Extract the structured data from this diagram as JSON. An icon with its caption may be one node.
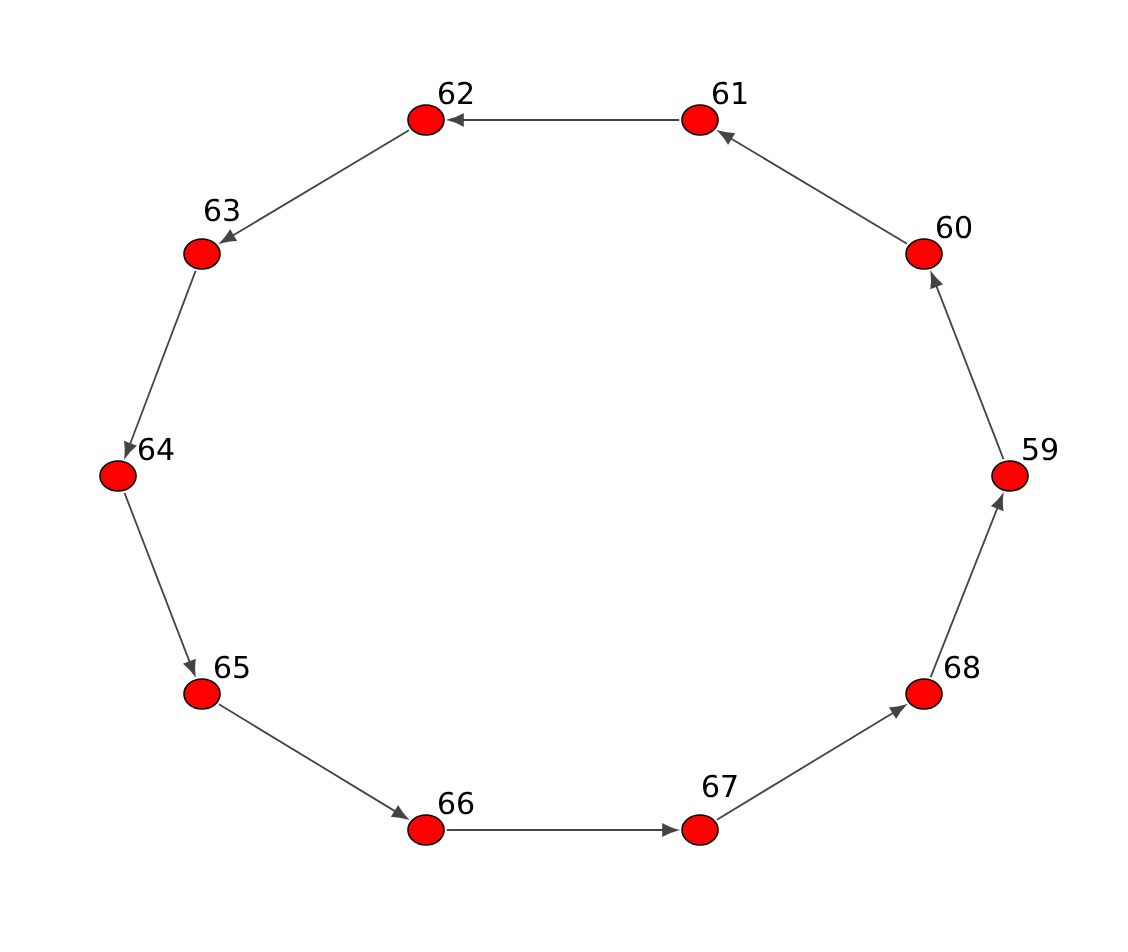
{
  "diagram": {
    "nodes": [
      {
        "text": [],
        "shape": "circle",
        "beside": [
          "62"
        ]
      },
      {
        "text": [],
        "shape": "circle",
        "beside": [
          "61"
        ]
      },
      {
        "text": [],
        "shape": "circle",
        "beside": [
          "63"
        ]
      },
      {
        "text": [],
        "shape": "circle",
        "beside": [
          "60"
        ]
      },
      {
        "text": [],
        "shape": "circle",
        "beside": [
          "64"
        ]
      },
      {
        "text": [],
        "shape": "circle",
        "beside": [
          "59"
        ]
      },
      {
        "text": [],
        "shape": "circle",
        "beside": [
          "65"
        ]
      },
      {
        "text": [],
        "shape": "circle",
        "beside": [
          "68"
        ]
      },
      {
        "text": [],
        "shape": "circle",
        "beside": [
          "66"
        ]
      },
      {
        "text": [],
        "shape": "circle",
        "beside": [
          "67"
        ]
      }
    ],
    "edges": [
      {
        "from": 5,
        "to": 3,
        "arrow": "to"
      },
      {
        "from": 3,
        "to": 1,
        "arrow": "to"
      },
      {
        "from": 1,
        "to": 0,
        "arrow": "to"
      },
      {
        "from": 0,
        "to": 2,
        "arrow": "to"
      },
      {
        "from": 2,
        "to": 4,
        "arrow": "to"
      },
      {
        "from": 4,
        "to": 6,
        "arrow": "to"
      },
      {
        "from": 6,
        "to": 8,
        "arrow": "to"
      },
      {
        "from": 8,
        "to": 9,
        "arrow": "to"
      },
      {
        "from": 9,
        "to": 7,
        "arrow": "to"
      },
      {
        "from": 7,
        "to": 5,
        "arrow": "to"
      }
    ]
  }
}
